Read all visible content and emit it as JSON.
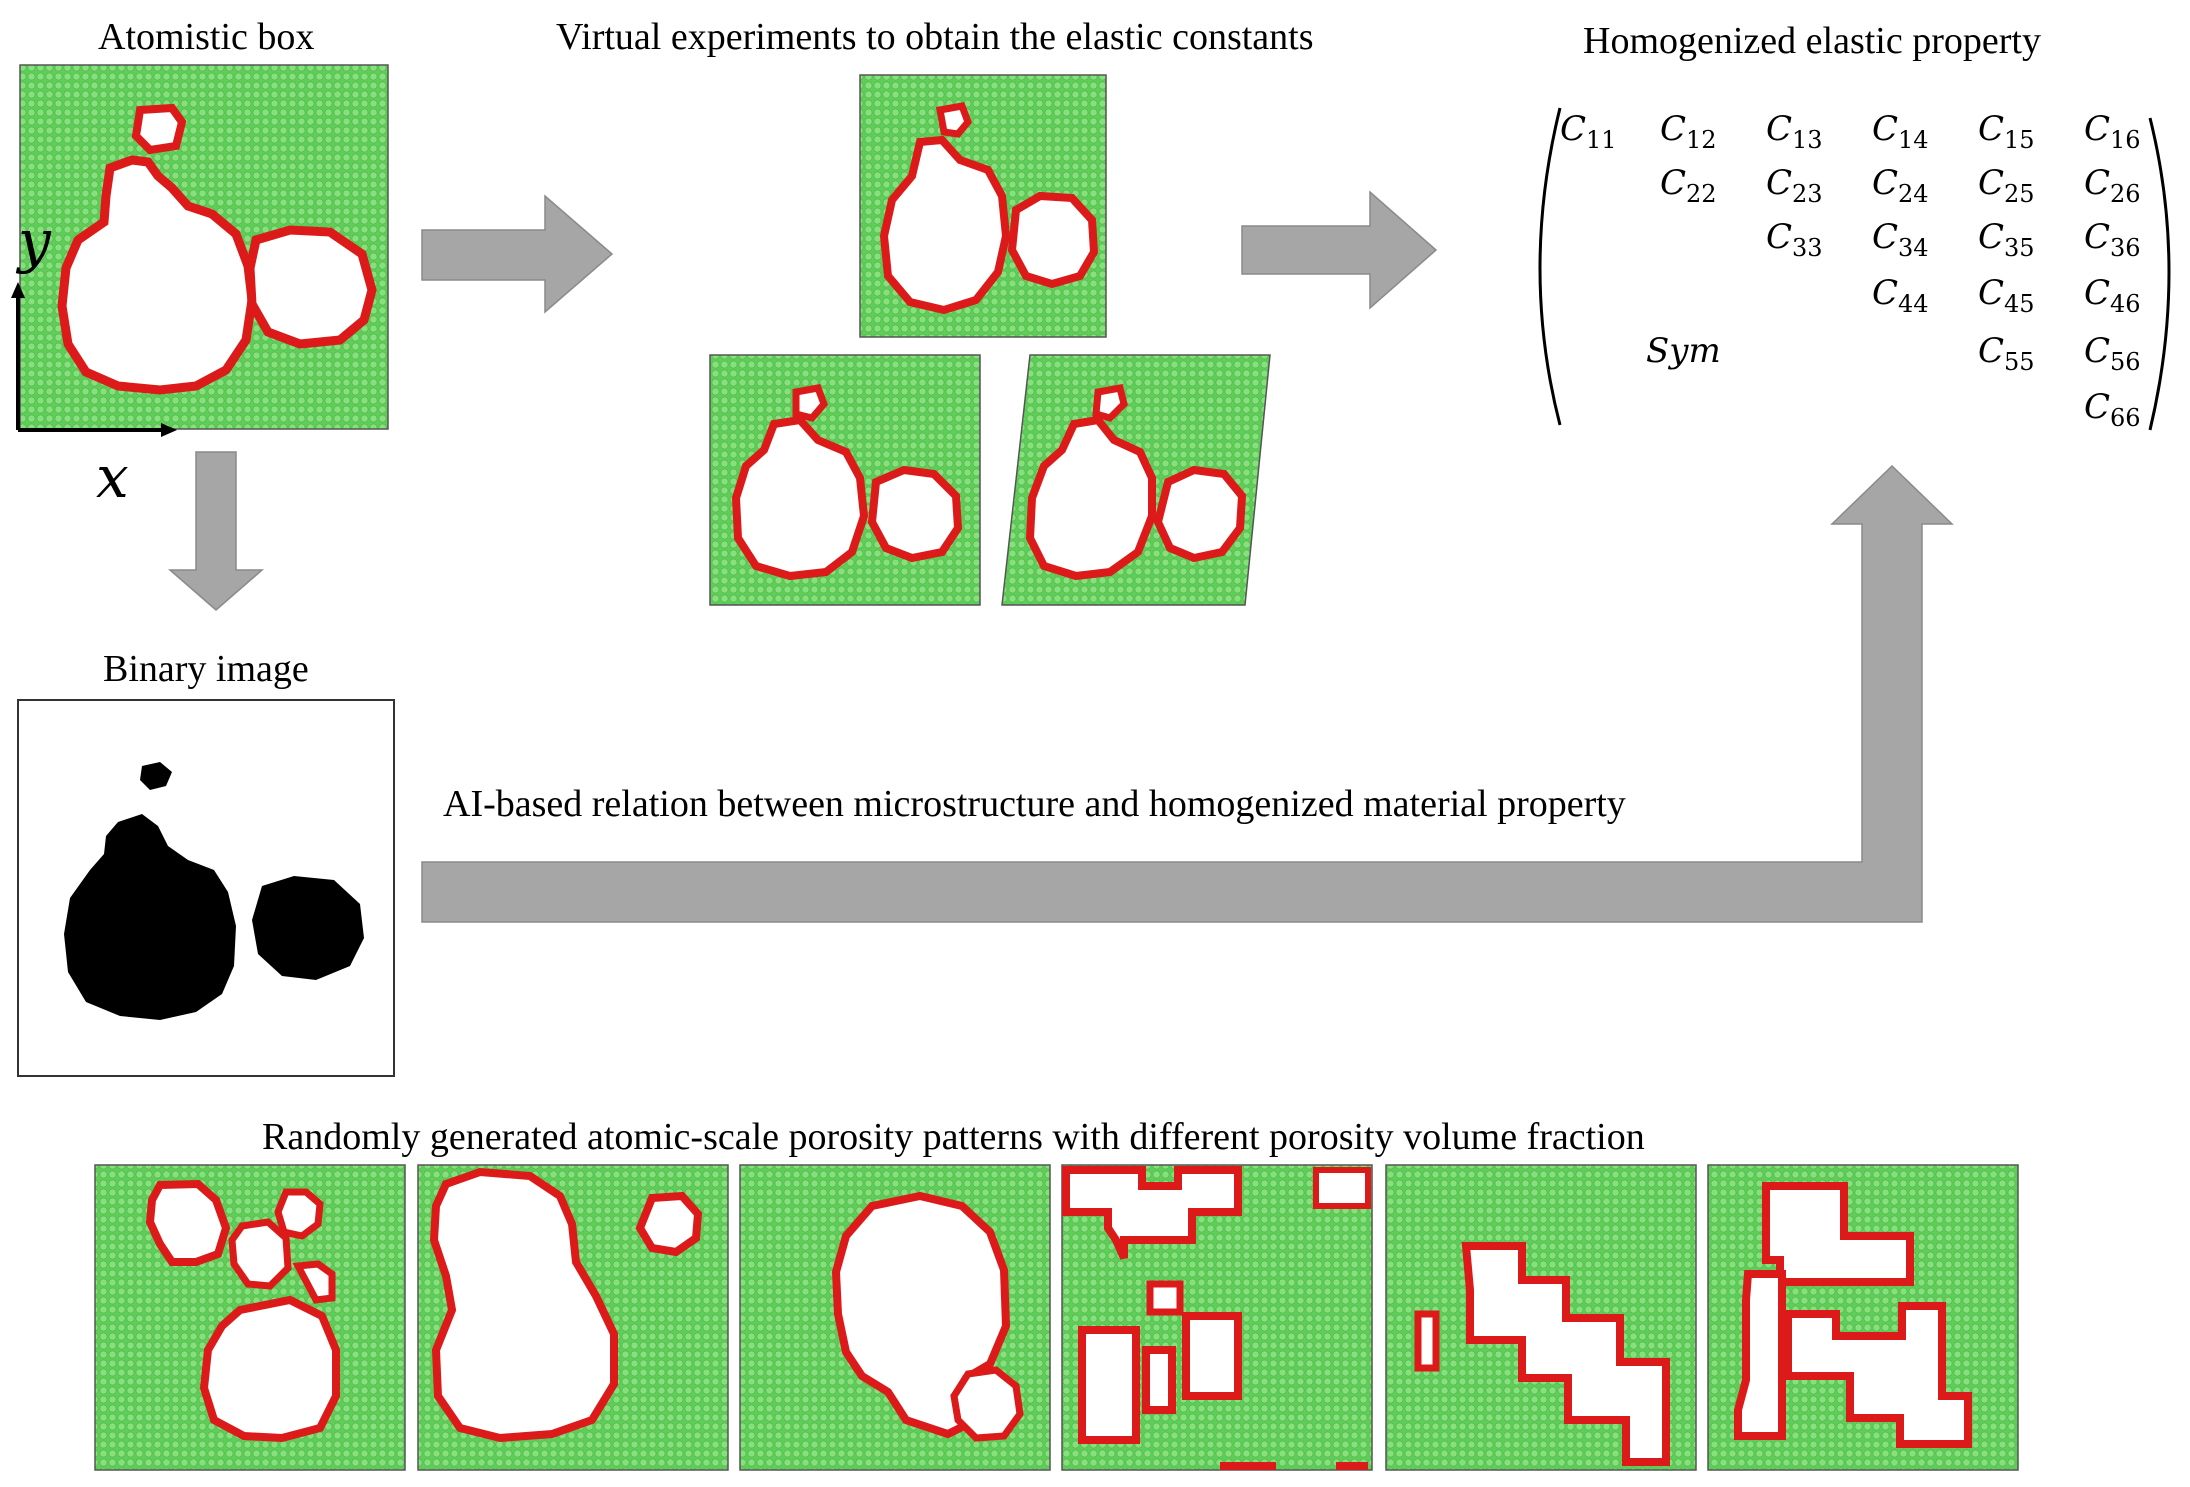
{
  "titles": {
    "atomistic_box": "Atomistic box",
    "virtual_experiments": "Virtual experiments to obtain the elastic constants",
    "homogenized_property": "Homogenized elastic property",
    "binary_image": "Binary image",
    "ai_relation": "AI-based relation between microstructure and homogenized material property",
    "random_patterns": "Randomly generated atomic-scale porosity patterns with different porosity volume fraction"
  },
  "axes": {
    "x": "x",
    "y": "y"
  },
  "matrix": {
    "symmetric_label": "Sym",
    "cells": [
      {
        "c": "C",
        "s": "11"
      },
      {
        "c": "C",
        "s": "12"
      },
      {
        "c": "C",
        "s": "13"
      },
      {
        "c": "C",
        "s": "14"
      },
      {
        "c": "C",
        "s": "15"
      },
      {
        "c": "C",
        "s": "16"
      },
      {
        "c": "C",
        "s": "22"
      },
      {
        "c": "C",
        "s": "23"
      },
      {
        "c": "C",
        "s": "24"
      },
      {
        "c": "C",
        "s": "25"
      },
      {
        "c": "C",
        "s": "26"
      },
      {
        "c": "C",
        "s": "33"
      },
      {
        "c": "C",
        "s": "34"
      },
      {
        "c": "C",
        "s": "35"
      },
      {
        "c": "C",
        "s": "36"
      },
      {
        "c": "C",
        "s": "44"
      },
      {
        "c": "C",
        "s": "45"
      },
      {
        "c": "C",
        "s": "46"
      },
      {
        "c": "C",
        "s": "55"
      },
      {
        "c": "C",
        "s": "56"
      },
      {
        "c": "C",
        "s": "66"
      }
    ]
  },
  "colors": {
    "matrix_green": "#5fce58",
    "atom_green": "#7ddc74",
    "pore_outline": "#e01818",
    "arrow_gray": "#a6a6a6",
    "binary_black": "#000000"
  }
}
